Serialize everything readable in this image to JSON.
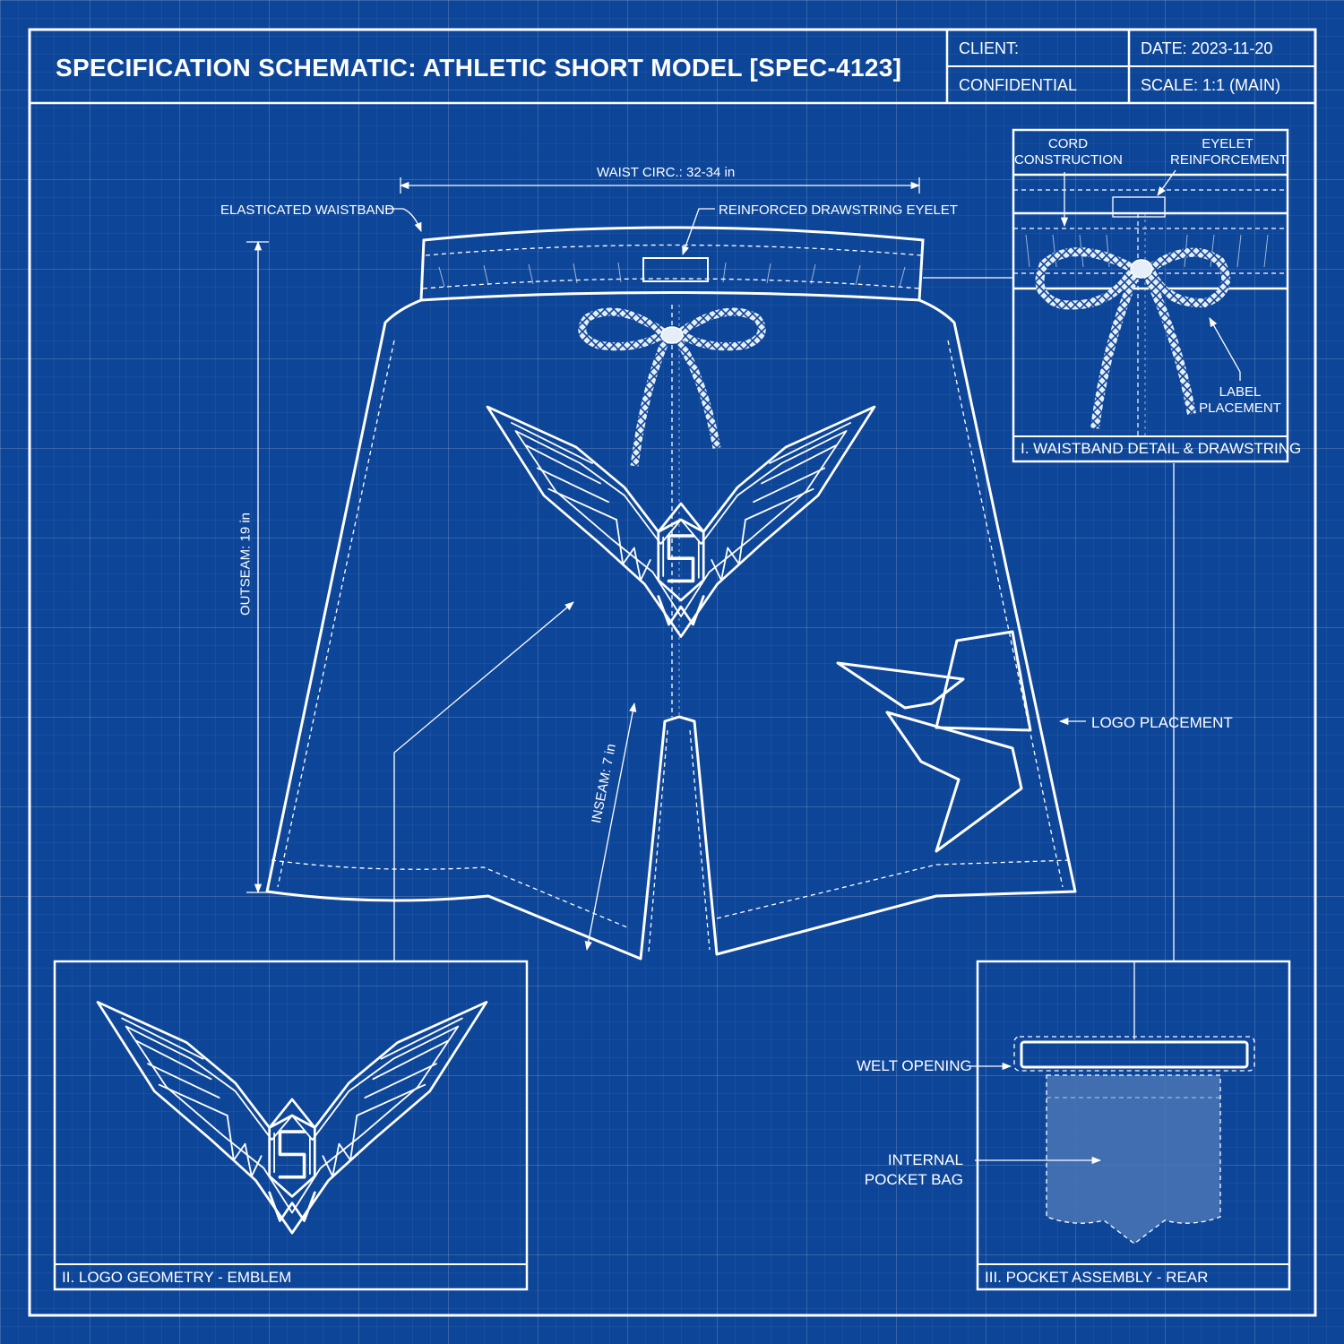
{
  "title": "SPECIFICATION SCHEMATIC: ATHLETIC SHORT MODEL [SPEC-4123]",
  "title_block": {
    "client": "CLIENT:",
    "confidential": "CONFIDENTIAL",
    "date": "DATE: 2023-11-20",
    "scale": "SCALE: 1:1 (MAIN)"
  },
  "main_view": {
    "waist_dimension": "WAIST CIRC.: 32-34 in",
    "outseam_dimension": "OUTSEAM: 19 in",
    "inseam_dimension": "INSEAM: 7 in",
    "callouts": {
      "waistband": "ELASTICATED WAISTBAND",
      "eyelet": "REINFORCED DRAWSTRING EYELET",
      "logo_placement": "LOGO PLACEMENT"
    }
  },
  "detail_waistband": {
    "caption": "I. WAISTBAND DETAIL & DRAWSTRING",
    "cord_line1": "CORD",
    "cord_line2": "CONSTRUCTION",
    "eyelet_line1": "EYELET",
    "eyelet_line2": "REINFORCEMENT",
    "label_line1": "LABEL",
    "label_line2": "PLACEMENT"
  },
  "detail_logo": {
    "caption": "II. LOGO GEOMETRY - EMBLEM"
  },
  "detail_pocket": {
    "caption": "III. POCKET ASSEMBLY - REAR",
    "welt": "WELT OPENING",
    "bag_line1": "INTERNAL",
    "bag_line2": "POCKET BAG"
  },
  "colors": {
    "background": "#0d4598",
    "linework": "#ffffff",
    "pocket_fill": "#4a76b4"
  }
}
